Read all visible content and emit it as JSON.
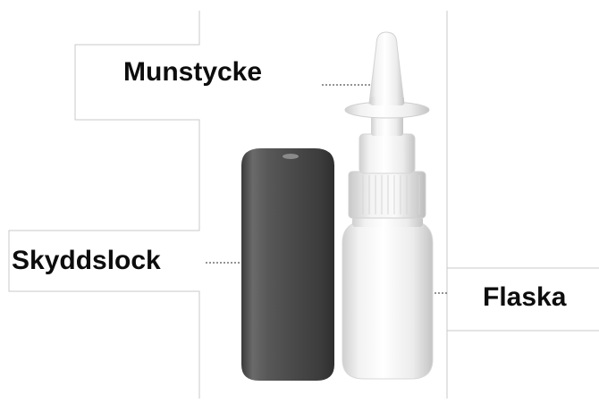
{
  "labels": {
    "nozzle": "Munstycke",
    "cap": "Skyddslock",
    "bottle": "Flaska"
  }
}
